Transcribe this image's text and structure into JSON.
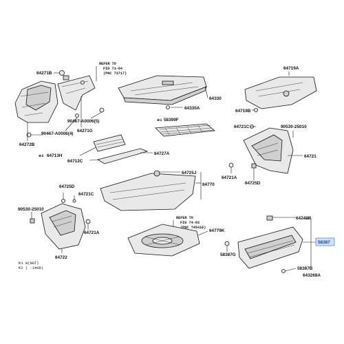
{
  "labels": {
    "p64271b": "64271B",
    "p64271b2": "64272B",
    "p64271g": "64271G",
    "p90467a": "90467-A0006(4)",
    "p90467b": "90467-A0006(5)",
    "p64719a": "64719A",
    "p64719b": "64719B",
    "p64330": "64330",
    "p64330a": "64330A",
    "p58399f": "58399F",
    "p64713h": "64713H",
    "p64712c": "64712C",
    "p64727a": "64727A",
    "p64721c": "64721C",
    "p90530a": "90530-25010",
    "p64721": "64721",
    "p64721a": "64721A",
    "p64725d": "64725D",
    "p64725jj": "64725J",
    "p64770": "64770",
    "p64725dl": "64725D",
    "p64721cl": "64721C",
    "p90530b": "90530-25010",
    "p64721al": "64721A",
    "p64722": "64722",
    "p64779k": "64779K",
    "p64749r": "64749R",
    "p58387": "58387",
    "p58387g": "58387G",
    "p58387b": "58387B",
    "catalog": "643268A",
    "sq1": "※1",
    "sq2": "※2",
    "sq3": "※1",
    "sq4": "※2"
  },
  "references": {
    "ref1_l1": "REFER TO",
    "ref1_l2": "FIG 71-04",
    "ref1_l3": "(PNC 73717)",
    "ref2_l1": "REFER TO",
    "ref2_l2": "FIG 74-03",
    "ref2_l3": "(PNC 74541E)"
  },
  "notes": {
    "n1": "※1 W(NGT)",
    "n2": "※2 (   -1408)"
  },
  "highlight": {
    "part": "58387",
    "color": "#cfe3ff"
  }
}
